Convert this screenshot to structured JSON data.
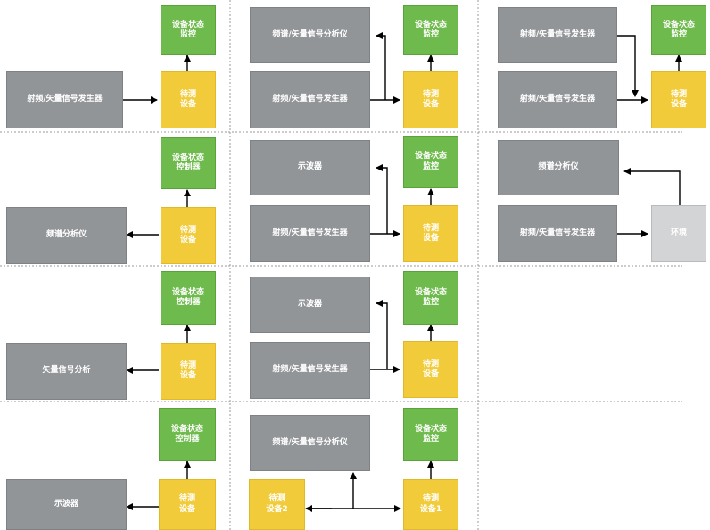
{
  "labels": {
    "monitor": "设备状态\n监控",
    "controller": "设备状态\n控制器",
    "dut": "待测\n设备",
    "dut1": "待测\n设备1",
    "dut2": "待测\n设备2",
    "rf_vsg": "射频/矢量信号发生器",
    "spec_vsa": "频谱/矢量信号分析仪",
    "spectrum_analyzer": "频谱分析仪",
    "oscilloscope": "示波器",
    "vector_signal_analysis": "矢量信号分析",
    "environment": "环境"
  },
  "colors": {
    "instrument": "#929598",
    "monitor": "#6fba4d",
    "dut": "#f2cb3a",
    "environment": "#d3d4d6",
    "separator": "#9a9a9a",
    "arrow": "#000000"
  }
}
